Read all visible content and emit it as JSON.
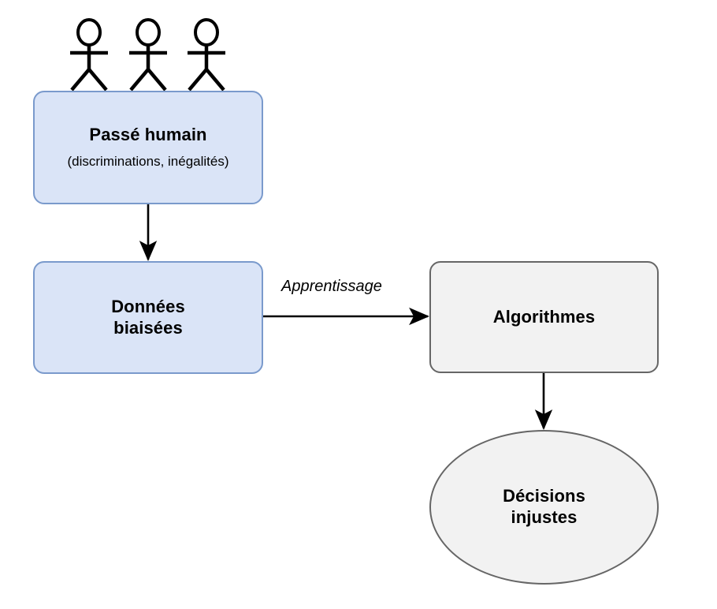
{
  "diagram": {
    "nodes": {
      "human_past": {
        "title": "Passé humain",
        "subtitle": "(discriminations, inégalités)",
        "fill": "#dae4f7",
        "stroke": "#7a9acc",
        "shape": "rounded-rect"
      },
      "biased_data": {
        "title_line1": "Données",
        "title_line2": "biaisées",
        "fill": "#dae4f7",
        "stroke": "#7a9acc",
        "shape": "rounded-rect"
      },
      "algorithms": {
        "title": "Algorithmes",
        "fill": "#f2f2f2",
        "stroke": "#666666",
        "shape": "rounded-rect"
      },
      "unfair_decisions": {
        "title_line1": "Décisions",
        "title_line2": "injustes",
        "fill": "#f2f2f2",
        "stroke": "#666666",
        "shape": "ellipse"
      }
    },
    "edges": [
      {
        "from": "human_past",
        "to": "biased_data",
        "label": "",
        "direction": "down"
      },
      {
        "from": "biased_data",
        "to": "algorithms",
        "label": "Apprentissage",
        "direction": "right"
      },
      {
        "from": "algorithms",
        "to": "unfair_decisions",
        "label": "",
        "direction": "down"
      }
    ],
    "decoration": {
      "people_icon_count": 3,
      "people_icon_name": "stick-figure-icon"
    },
    "colors": {
      "arrow": "#000000",
      "text": "#000000",
      "background": "#ffffff"
    }
  }
}
